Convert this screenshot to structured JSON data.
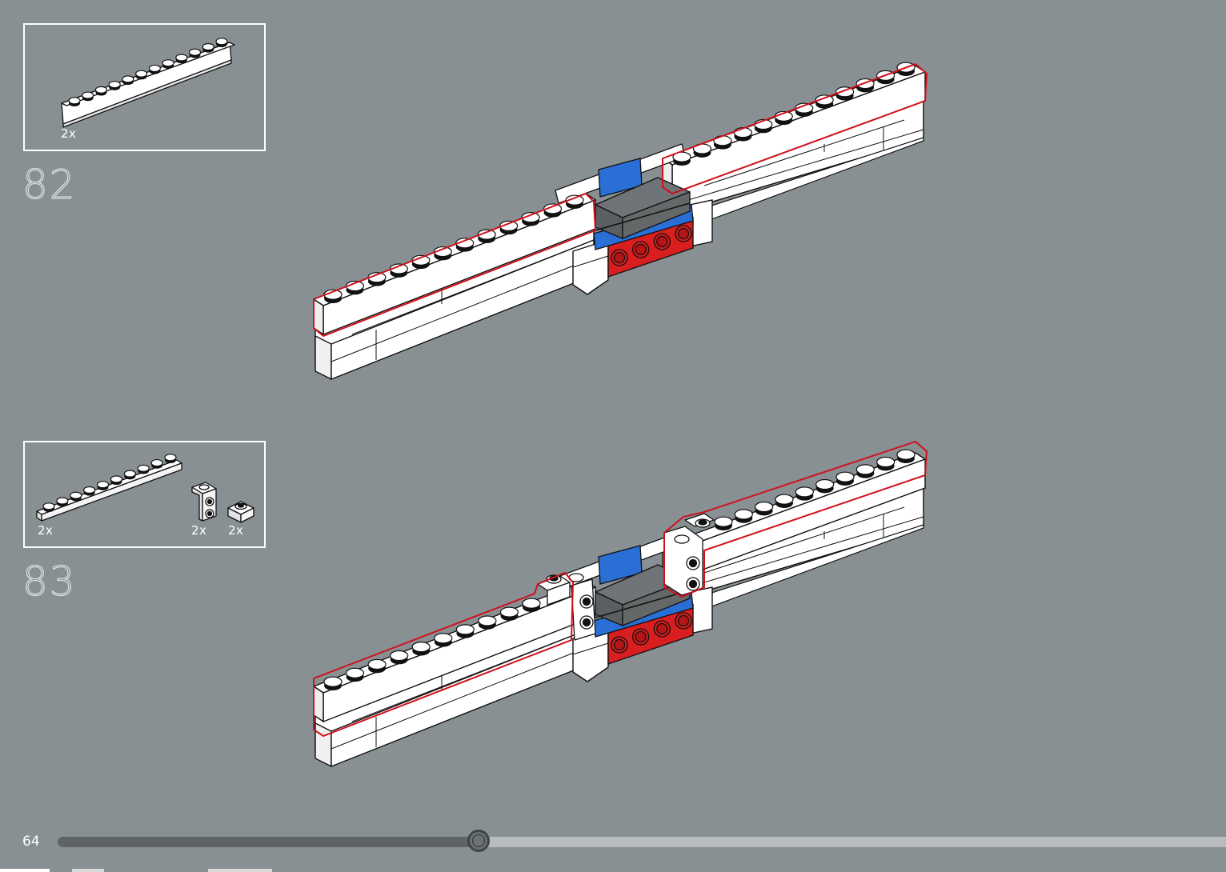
{
  "page": {
    "number": "64",
    "background_color": "#889094",
    "progress": {
      "fraction": 0.36
    }
  },
  "steps": [
    {
      "number": "82",
      "parts": [
        {
          "part": "white-plate-1x12",
          "quantity": "2x"
        }
      ]
    },
    {
      "number": "83",
      "parts": [
        {
          "part": "white-plate-1x10",
          "quantity": "2x"
        },
        {
          "part": "white-bracket-1x1",
          "quantity": "2x"
        },
        {
          "part": "white-plate-1x1-round-stud",
          "quantity": "2x"
        }
      ]
    }
  ],
  "colors": {
    "highlight_outline": "#d0101a",
    "brick_white": "#ffffff",
    "brick_red": "#d81e1e",
    "brick_blue": "#2a6fd6",
    "tile_grey": "#707478"
  }
}
